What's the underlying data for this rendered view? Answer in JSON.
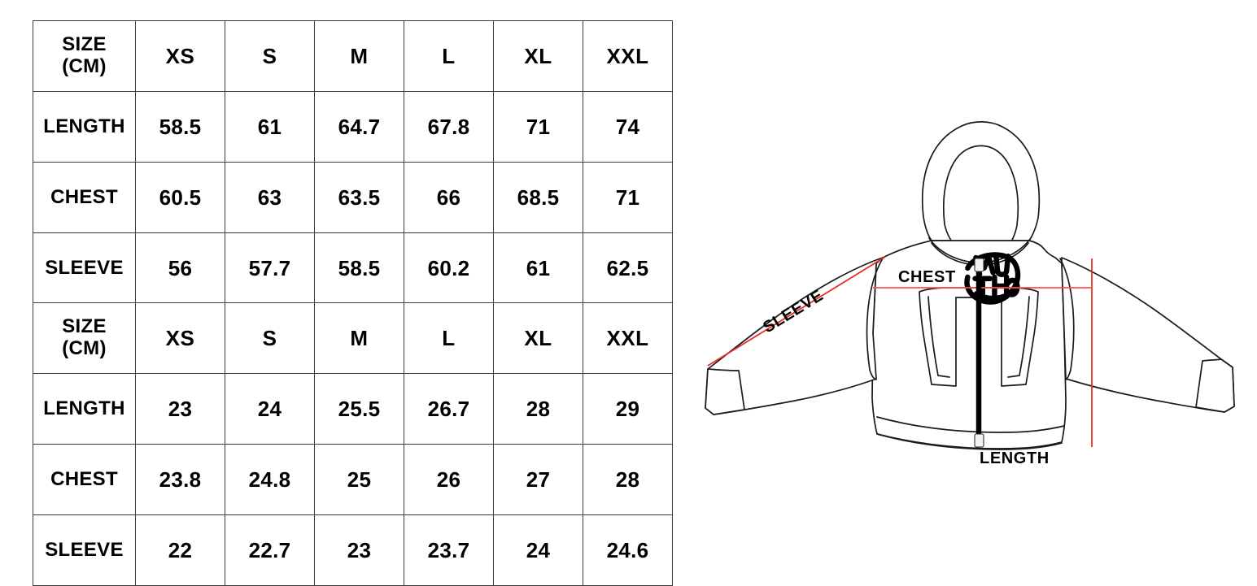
{
  "tables": [
    {
      "id": "size-chart-centimeters",
      "header": {
        "label_line1": "SIZE",
        "label_line2": "(CM)",
        "sizes": [
          "XS",
          "S",
          "M",
          "L",
          "XL",
          "XXL"
        ]
      },
      "rows": [
        {
          "label": "LENGTH",
          "values": [
            "58.5",
            "61",
            "64.7",
            "67.8",
            "71",
            "74"
          ]
        },
        {
          "label": "CHEST",
          "values": [
            "60.5",
            "63",
            "63.5",
            "66",
            "68.5",
            "71"
          ]
        },
        {
          "label": "SLEEVE",
          "values": [
            "56",
            "57.7",
            "58.5",
            "60.2",
            "61",
            "62.5"
          ]
        }
      ]
    },
    {
      "id": "size-chart-inches",
      "header": {
        "label_line1": "SIZE",
        "label_line2": "(CM)",
        "sizes": [
          "XS",
          "S",
          "M",
          "L",
          "XL",
          "XXL"
        ]
      },
      "rows": [
        {
          "label": "LENGTH",
          "values": [
            "23",
            "24",
            "25.5",
            "26.7",
            "28",
            "29"
          ]
        },
        {
          "label": "CHEST",
          "values": [
            "23.8",
            "24.8",
            "25",
            "26",
            "27",
            "28"
          ]
        },
        {
          "label": "SLEEVE",
          "values": [
            "22",
            "22.7",
            "23",
            "23.7",
            "24",
            "24.6"
          ]
        }
      ]
    }
  ],
  "illustration": {
    "name": "zip-up-hoodie-technical-drawing",
    "measurement_labels": {
      "sleeve": "SLEEVE",
      "chest": "CHEST",
      "length": "LENGTH"
    },
    "logo": "mutha-monogram",
    "colors": {
      "outline": "#1a1a1a",
      "measurement_red": "#ee2a26",
      "measurement_red_light": "#f8504f",
      "zipper": "#000000",
      "background": "#ffffff"
    }
  },
  "page": {
    "background": "#ffffff",
    "border_color": "#3a3a3a",
    "text_color": "#000000"
  }
}
